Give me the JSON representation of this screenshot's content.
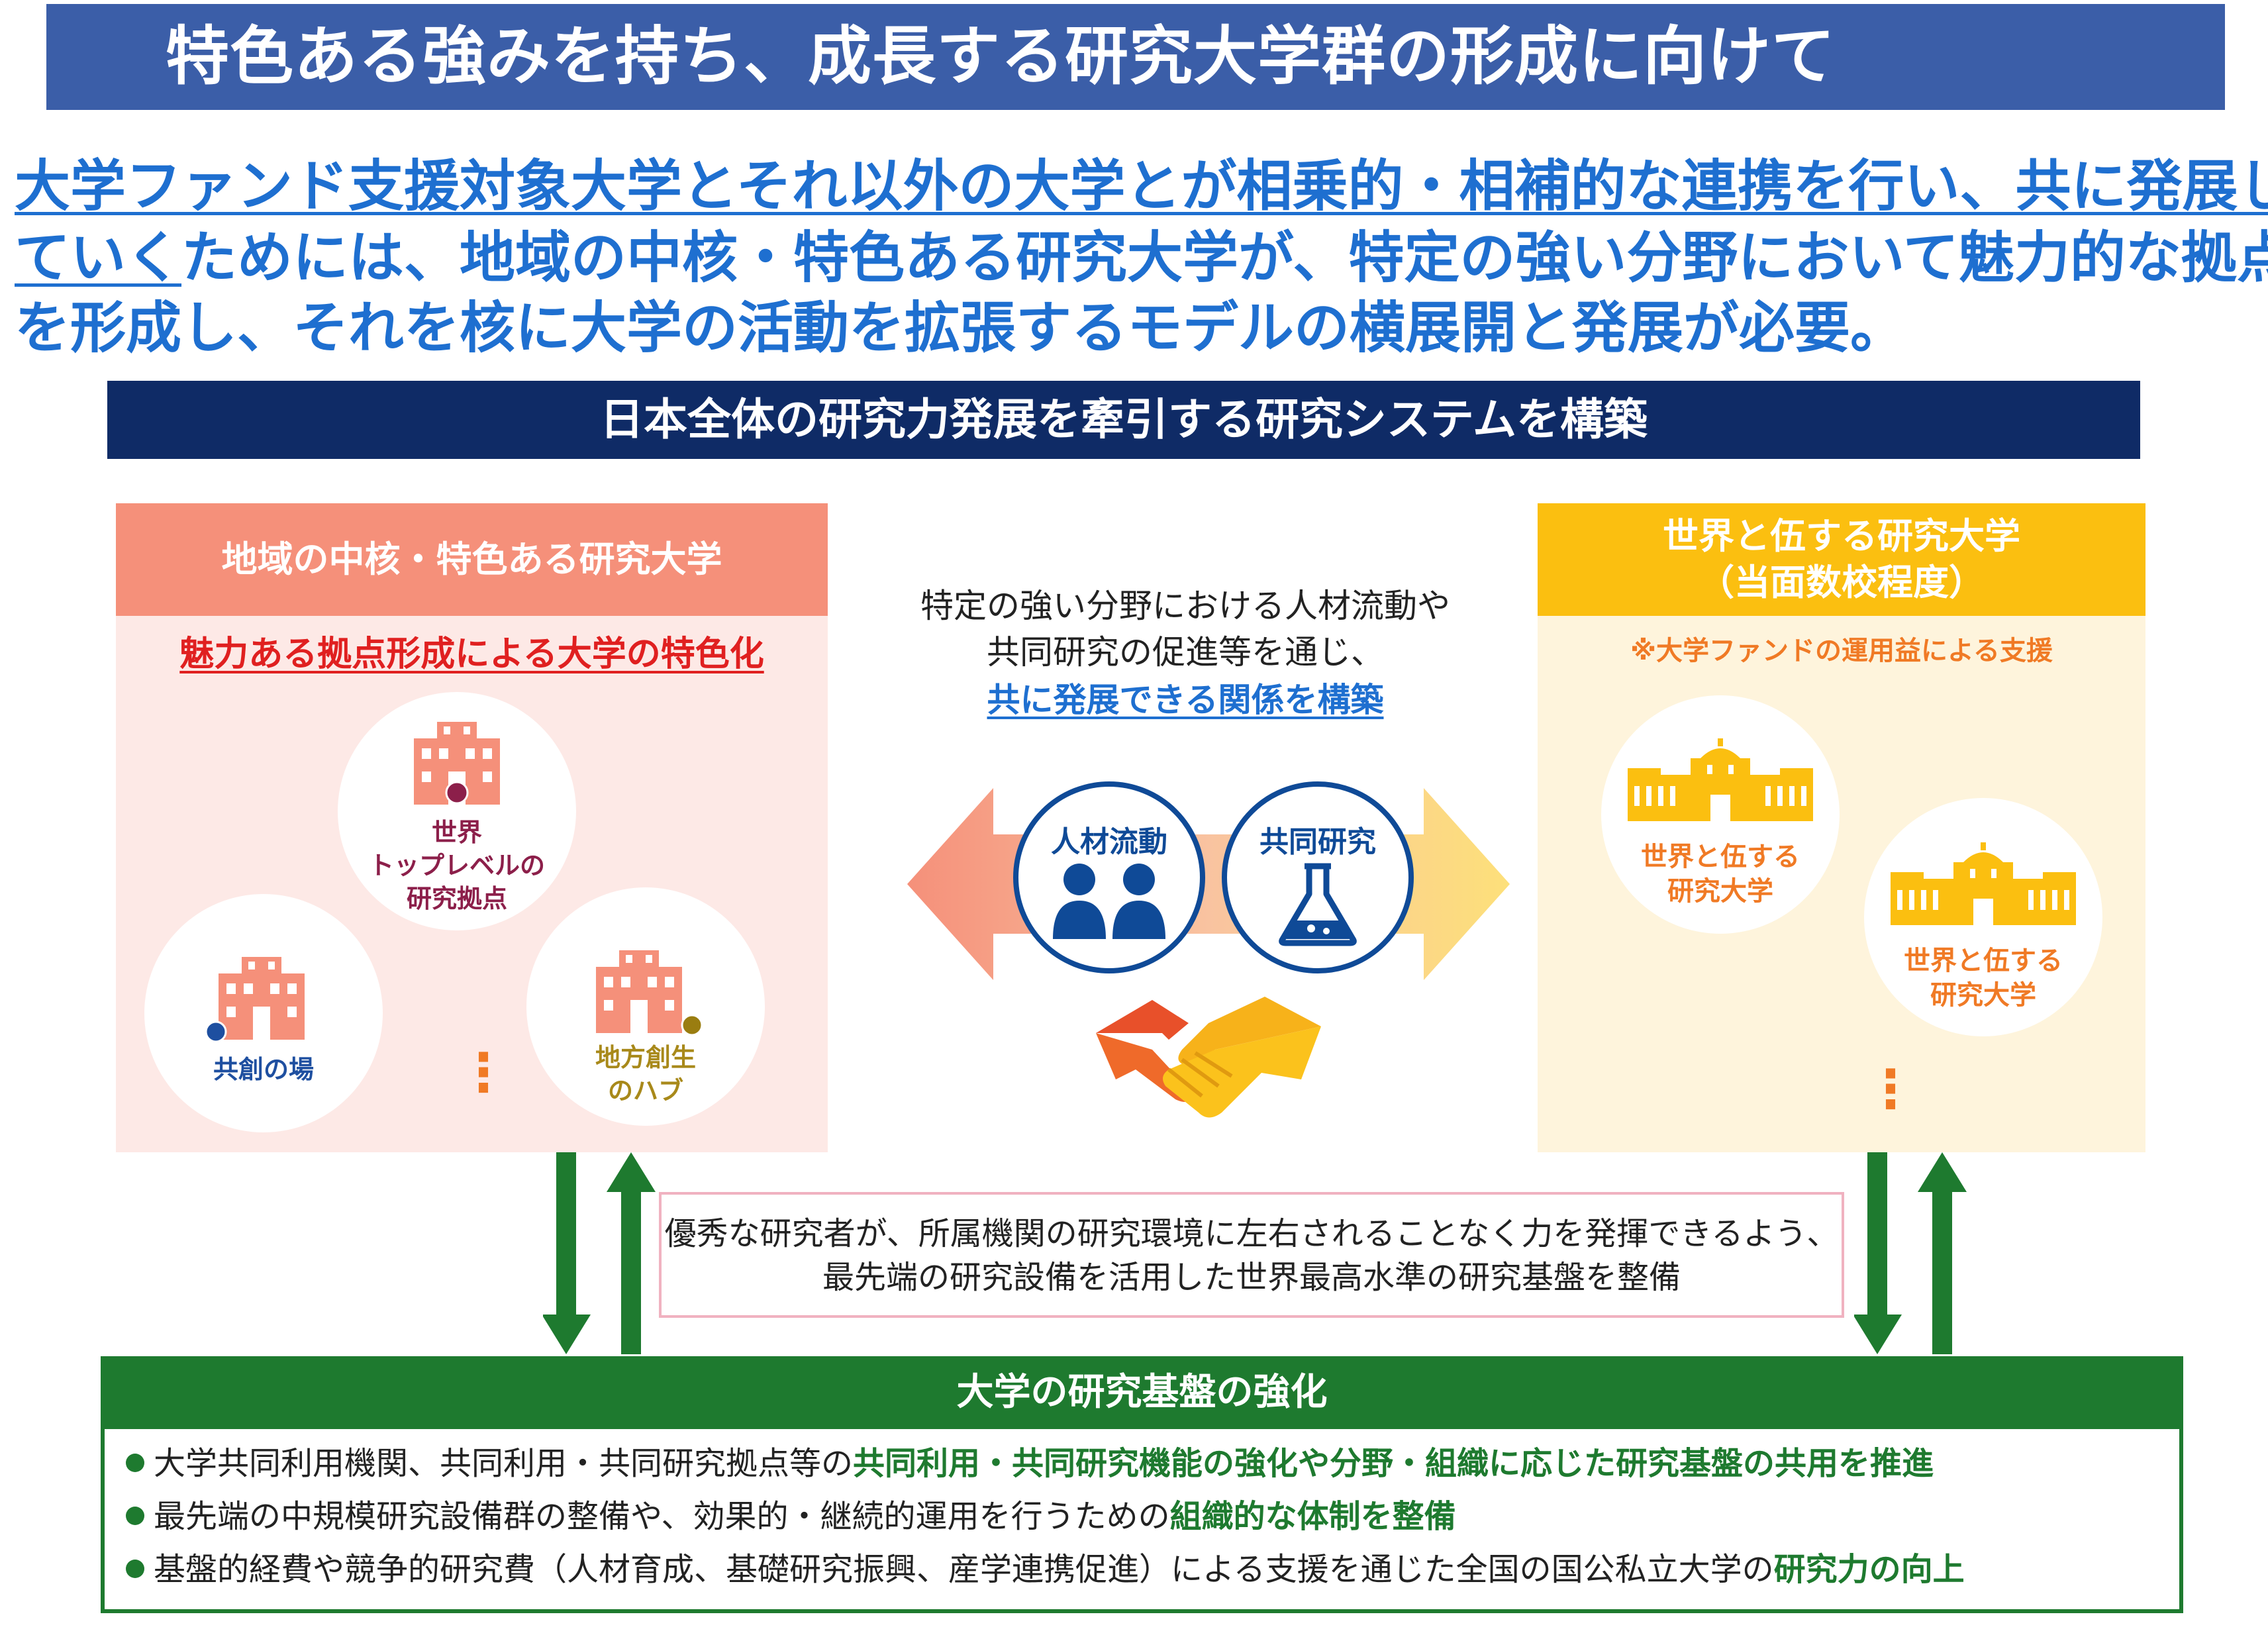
{
  "title": "特色ある強みを持ち、成長する研究大学群の形成に向けて",
  "lead": {
    "line1_underlined": "大学ファンド支援対象大学とそれ以外の大学とが相乗的・相補的な連携を行い、共に発展し",
    "line2_underlined": "ていく",
    "line2_rest": "ためには、地域の中核・特色ある研究大学が、特定の強い分野において魅力的な拠点",
    "line3": "を形成し、それを核に大学の活動を拡張するモデルの横展開と発展が必要。"
  },
  "subtitle": "日本全体の研究力発展を牽引する研究システムを構築",
  "left_panel": {
    "header": "地域の中核・特色ある研究大学",
    "slogan": "魅力ある拠点形成による大学の特色化",
    "nodes": [
      {
        "label_line1": "世界",
        "label_line2": "トップレベルの",
        "label_line3": "研究拠点"
      },
      {
        "label_line1": "共創の場"
      },
      {
        "label_line1": "地方創生",
        "label_line2": "のハブ"
      }
    ],
    "ellipsis": "⋮"
  },
  "middle": {
    "line1": "特定の強い分野における人材流動や",
    "line2": "共同研究の促進等を通じ、",
    "line3": "共に発展できる関係を構築",
    "icon1_label": "人材流動",
    "icon2_label": "共同研究"
  },
  "right_panel": {
    "header_line1": "世界と伍する研究大学",
    "header_line2": "（当面数校程度）",
    "note": "※大学ファンドの運用益による支援",
    "nodes": [
      {
        "label_line1": "世界と伍する",
        "label_line2": "研究大学"
      },
      {
        "label_line1": "世界と伍する",
        "label_line2": "研究大学"
      }
    ],
    "ellipsis": "⋮"
  },
  "info_box": {
    "line1": "優秀な研究者が、所属機関の研究環境に左右されることなく力を発揮できるよう、",
    "line2": "最先端の研究設備を活用した世界最高水準の研究基盤を整備"
  },
  "bottom": {
    "header": "大学の研究基盤の強化",
    "bullets": [
      {
        "plain": "大学共同利用機関、共同利用・共同研究拠点等の",
        "emphasis": "共同利用・共同研究機能の強化や分野・組織に応じた研究基盤の共用を推進"
      },
      {
        "plain": "最先端の中規模研究設備群の整備や、効果的・継続的運用を行うための",
        "emphasis": "組織的な体制を整備"
      },
      {
        "plain": "基盤的経費や競争的研究費（人材育成、基礎研究振興、産学連携促進）による支援を通じた全国の国公私立大学の",
        "emphasis": "研究力の向上"
      }
    ]
  },
  "colors": {
    "title_bar": "#3b5ea8",
    "lead_text": "#1e6fd0",
    "sub_bar": "#0f2b66",
    "left_header": "#f5907a",
    "left_panel": "#fde9e6",
    "left_slogan": "#e02020",
    "right_header": "#fbbf10",
    "right_panel": "#fef4dc",
    "right_note": "#f07a25",
    "green": "#1e7a2f",
    "icon_navy": "#0f4a97"
  }
}
